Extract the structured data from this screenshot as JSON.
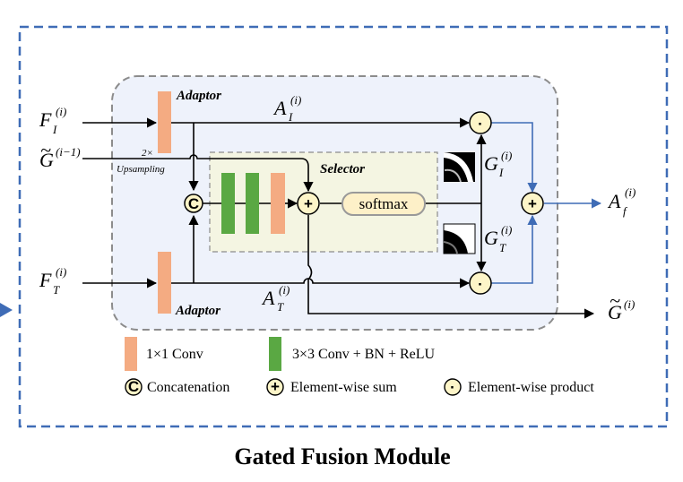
{
  "colors": {
    "outer_border": "#3f6cb6",
    "inner_bg": "#eef2fb",
    "selector_bg": "#f4f5e2",
    "conv1x1": "#f4ab82",
    "conv3x3": "#5aa843",
    "node_fill": "#fdf5c8",
    "softmax_fill": "#fdf0c8",
    "blue_line": "#3f6cb6"
  },
  "title": "Gated Fusion Module",
  "inputs": {
    "fi": {
      "main": "F",
      "sub": "I",
      "sup": "(i)"
    },
    "g_prev": {
      "main": "G",
      "sup": "(i−1)"
    },
    "ft": {
      "main": "F",
      "sub": "T",
      "sup": "(i)"
    }
  },
  "labels": {
    "adaptor_top": "Adaptor",
    "adaptor_bottom": "Adaptor",
    "upsampling_factor": "2×",
    "upsampling": "Upsampling",
    "selector": "Selector",
    "softmax": "softmax",
    "ai": {
      "main": "A",
      "sub": "I",
      "sup": "(i)"
    },
    "at": {
      "main": "A",
      "sub": "T",
      "sup": "(i)"
    },
    "gi": {
      "main": "G",
      "sub": "I",
      "sup": "(i)"
    },
    "gt": {
      "main": "G",
      "sub": "T",
      "sup": "(i)"
    }
  },
  "outputs": {
    "af": {
      "main": "A",
      "sub": "f",
      "sup": "(i)"
    },
    "g": {
      "main": "G",
      "sup": "(i)"
    }
  },
  "operators": {
    "concat": "C",
    "sum": "+",
    "product": "·"
  },
  "legend": {
    "conv1x1": "1×1 Conv",
    "conv3x3": "3×3 Conv + BN + ReLU",
    "concat": "Concatenation",
    "sum": "Element-wise sum",
    "product": "Element-wise product"
  }
}
